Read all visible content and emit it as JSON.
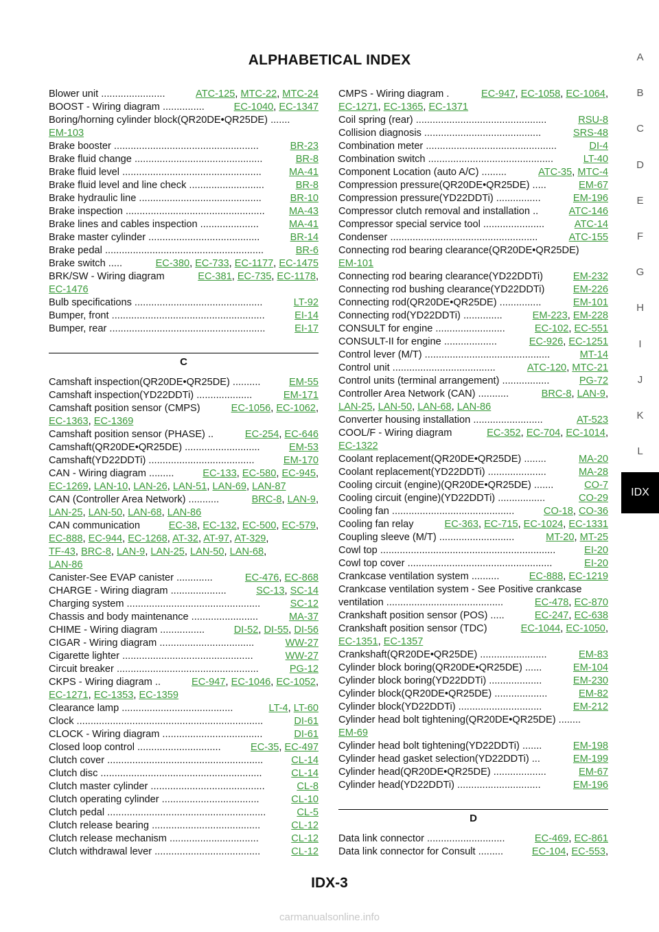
{
  "header": {
    "title": "ALPHABETICAL INDEX"
  },
  "footer": {
    "page_number": "IDX-3"
  },
  "watermark": "carmanualsonline.info",
  "colors": {
    "link": "#3a9a3a",
    "active_tab": "#000000"
  },
  "side_index": {
    "letters": [
      "A",
      "B",
      "C",
      "D",
      "E",
      "F",
      "G",
      "H",
      "I",
      "J",
      "K",
      "L"
    ],
    "active": "IDX"
  },
  "left_column": [
    {
      "type": "entry",
      "text": "Blower unit .......................",
      "refs": [
        "ATC-125",
        "MTC-22",
        "MTC-24"
      ]
    },
    {
      "type": "entry",
      "text": "BOOST - Wiring diagram ...............",
      "refs": [
        "EC-1040",
        "EC-1347"
      ]
    },
    {
      "type": "text",
      "text": "Boring/horning cylinder block(QR20DE•QR25DE) ......."
    },
    {
      "type": "cont",
      "refs": [
        "EM-103"
      ]
    },
    {
      "type": "entry",
      "text": "Brake booster ....................................................",
      "refs": [
        "BR-23"
      ]
    },
    {
      "type": "entry",
      "text": "Brake fluid change ..............................................",
      "refs": [
        "BR-8"
      ]
    },
    {
      "type": "entry",
      "text": "Brake fluid level ..................................................",
      "refs": [
        "MA-41"
      ]
    },
    {
      "type": "entry",
      "text": "Brake fluid level and line check ...........................",
      "refs": [
        "BR-8"
      ]
    },
    {
      "type": "entry",
      "text": "Brake hydraulic line ............................................",
      "refs": [
        "BR-10"
      ]
    },
    {
      "type": "entry",
      "text": "Brake inspection ..................................................",
      "refs": [
        "MA-43"
      ]
    },
    {
      "type": "entry",
      "text": "Brake lines and cables inspection .....................",
      "refs": [
        "MA-41"
      ]
    },
    {
      "type": "entry",
      "text": "Brake master cylinder ........................................",
      "refs": [
        "BR-14"
      ]
    },
    {
      "type": "entry",
      "text": "Brake pedal .........................................................",
      "refs": [
        "BR-6"
      ]
    },
    {
      "type": "entry",
      "text": "Brake switch .....",
      "refs": [
        "EC-380",
        "EC-733",
        "EC-1177",
        "EC-1475"
      ]
    },
    {
      "type": "entry",
      "text": "BRK/SW - Wiring diagram",
      "refs": [
        "EC-381",
        "EC-735",
        "EC-1178"
      ],
      "trail": true
    },
    {
      "type": "cont",
      "refs": [
        "EC-1476"
      ]
    },
    {
      "type": "entry",
      "text": "Bulb specifications ..............................................",
      "refs": [
        "LT-92"
      ]
    },
    {
      "type": "entry",
      "text": "Bumper, front .......................................................",
      "refs": [
        "EI-14"
      ]
    },
    {
      "type": "entry",
      "text": "Bumper, rear ........................................................",
      "refs": [
        "EI-17"
      ]
    },
    {
      "type": "blank"
    },
    {
      "type": "section",
      "letter": "C"
    },
    {
      "type": "entry",
      "text": "Camshaft inspection(QR20DE•QR25DE) ..........",
      "refs": [
        "EM-55"
      ]
    },
    {
      "type": "entry",
      "text": "Camshaft inspection(YD22DDTi) ....................",
      "refs": [
        "EM-171"
      ]
    },
    {
      "type": "entry",
      "text": "Camshaft position sensor (CMPS)",
      "refs": [
        "EC-1056",
        "EC-1062"
      ],
      "trail": true
    },
    {
      "type": "cont",
      "refs": [
        "EC-1363",
        "EC-1369"
      ]
    },
    {
      "type": "entry",
      "text": "Camshaft position sensor (PHASE) ..",
      "refs": [
        "EC-254",
        "EC-646"
      ]
    },
    {
      "type": "entry",
      "text": "Camshaft(QR20DE•QR25DE) ...........................",
      "refs": [
        "EM-53"
      ]
    },
    {
      "type": "entry",
      "text": "Camshaft(YD22DDTi) ......................................",
      "refs": [
        "EM-170"
      ]
    },
    {
      "type": "entry",
      "text": "CAN - Wiring diagram .........",
      "refs": [
        "EC-133",
        "EC-580",
        "EC-945"
      ],
      "trail": true
    },
    {
      "type": "cont",
      "refs": [
        "EC-1269",
        "LAN-10",
        "LAN-26",
        "LAN-51",
        "LAN-69",
        "LAN-87"
      ]
    },
    {
      "type": "entry",
      "text": "CAN (Controller Area Network) ...........",
      "refs": [
        "BRC-8",
        "LAN-9"
      ],
      "trail": true
    },
    {
      "type": "cont",
      "refs": [
        "LAN-25",
        "LAN-50",
        "LAN-68",
        "LAN-86"
      ]
    },
    {
      "type": "entry",
      "text": "CAN communication",
      "refs": [
        "EC-38",
        "EC-132",
        "EC-500",
        "EC-579"
      ],
      "trail": true
    },
    {
      "type": "cont",
      "refs": [
        "EC-888",
        "EC-944",
        "EC-1268",
        "AT-32",
        "AT-97",
        "AT-329"
      ],
      "trail": true
    },
    {
      "type": "cont",
      "refs": [
        "TF-43",
        "BRC-8",
        "LAN-9",
        "LAN-25",
        "LAN-50",
        "LAN-68"
      ],
      "trail": true
    },
    {
      "type": "cont",
      "refs": [
        "LAN-86"
      ]
    },
    {
      "type": "entry",
      "text": "Canister-See EVAP canister .............",
      "refs": [
        "EC-476",
        "EC-868"
      ]
    },
    {
      "type": "entry",
      "text": "CHARGE - Wiring diagram ....................",
      "refs": [
        "SC-13",
        "SC-14"
      ]
    },
    {
      "type": "entry",
      "text": "Charging system ................................................",
      "refs": [
        "SC-12"
      ]
    },
    {
      "type": "entry",
      "text": "Chassis and body maintenance ........................",
      "refs": [
        "MA-37"
      ]
    },
    {
      "type": "entry",
      "text": "CHIME - Wiring diagram ................",
      "refs": [
        "DI-52",
        "DI-55",
        "DI-56"
      ]
    },
    {
      "type": "entry",
      "text": "CIGAR - Wiring diagram ..................................",
      "refs": [
        "WW-27"
      ]
    },
    {
      "type": "entry",
      "text": "Cigarette lighter ...............................................",
      "refs": [
        "WW-27"
      ]
    },
    {
      "type": "entry",
      "text": "Circuit breaker ...................................................",
      "refs": [
        "PG-12"
      ]
    },
    {
      "type": "entry",
      "text": "CKPS - Wiring diagram ..",
      "refs": [
        "EC-947",
        "EC-1046",
        "EC-1052"
      ],
      "trail": true
    },
    {
      "type": "cont",
      "refs": [
        "EC-1271",
        "EC-1353",
        "EC-1359"
      ]
    },
    {
      "type": "entry",
      "text": "Clearance lamp ........................................",
      "refs": [
        "LT-4",
        "LT-60"
      ]
    },
    {
      "type": "entry",
      "text": "Clock ...................................................................",
      "refs": [
        "DI-61"
      ]
    },
    {
      "type": "entry",
      "text": "CLOCK - Wiring diagram ....................................",
      "refs": [
        "DI-61"
      ]
    },
    {
      "type": "entry",
      "text": "Closed loop control ..............................",
      "refs": [
        "EC-35",
        "EC-497"
      ]
    },
    {
      "type": "entry",
      "text": "Clutch cover ........................................................",
      "refs": [
        "CL-14"
      ]
    },
    {
      "type": "entry",
      "text": "Clutch disc ..........................................................",
      "refs": [
        "CL-14"
      ]
    },
    {
      "type": "entry",
      "text": "Clutch master cylinder .........................................",
      "refs": [
        "CL-8"
      ]
    },
    {
      "type": "entry",
      "text": "Clutch operating cylinder ...................................",
      "refs": [
        "CL-10"
      ]
    },
    {
      "type": "entry",
      "text": "Clutch pedal .........................................................",
      "refs": [
        "CL-5"
      ]
    },
    {
      "type": "entry",
      "text": "Clutch release bearing .......................................",
      "refs": [
        "CL-12"
      ]
    },
    {
      "type": "entry",
      "text": "Clutch release mechanism ................................",
      "refs": [
        "CL-12"
      ]
    },
    {
      "type": "entry",
      "text": "Clutch withdrawal lever ......................................",
      "refs": [
        "CL-12"
      ]
    }
  ],
  "right_column": [
    {
      "type": "entry",
      "text": "CMPS - Wiring diagram .",
      "refs": [
        "EC-947",
        "EC-1058",
        "EC-1064"
      ],
      "trail": true
    },
    {
      "type": "cont",
      "refs": [
        "EC-1271",
        "EC-1365",
        "EC-1371"
      ]
    },
    {
      "type": "entry",
      "text": "Coil spring (rear) ...............................................",
      "refs": [
        "RSU-8"
      ]
    },
    {
      "type": "entry",
      "text": "Collision diagnosis ..........................................",
      "refs": [
        "SRS-48"
      ]
    },
    {
      "type": "entry",
      "text": "Combination meter ...............................................",
      "refs": [
        "DI-4"
      ]
    },
    {
      "type": "entry",
      "text": "Combination switch .............................................",
      "refs": [
        "LT-40"
      ]
    },
    {
      "type": "entry",
      "text": "Component Location (auto A/C) .........",
      "refs": [
        "ATC-35",
        "MTC-4"
      ]
    },
    {
      "type": "entry",
      "text": "Compression pressure(QR20DE•QR25DE) .....",
      "refs": [
        "EM-67"
      ]
    },
    {
      "type": "entry",
      "text": "Compression pressure(YD22DDTi) ................",
      "refs": [
        "EM-196"
      ]
    },
    {
      "type": "entry",
      "text": "Compressor clutch removal and installation ..",
      "refs": [
        "ATC-146"
      ]
    },
    {
      "type": "entry",
      "text": "Compressor special service tool ......................",
      "refs": [
        "ATC-14"
      ]
    },
    {
      "type": "entry",
      "text": "Condenser .....................................................",
      "refs": [
        "ATC-155"
      ]
    },
    {
      "type": "text",
      "text": "Connecting rod bearing clearance(QR20DE•QR25DE)"
    },
    {
      "type": "cont",
      "refs": [
        "EM-101"
      ]
    },
    {
      "type": "entry",
      "text": "Connecting rod bearing clearance(YD22DDTi)",
      "refs": [
        "EM-232"
      ]
    },
    {
      "type": "entry",
      "text": "Connecting rod bushing clearance(YD22DDTi)",
      "refs": [
        "EM-226"
      ]
    },
    {
      "type": "entry",
      "text": "Connecting rod(QR20DE•QR25DE) ...............",
      "refs": [
        "EM-101"
      ]
    },
    {
      "type": "entry",
      "text": "Connecting rod(YD22DDTi) ..............",
      "refs": [
        "EM-223",
        "EM-228"
      ]
    },
    {
      "type": "entry",
      "text": "CONSULT for engine .........................",
      "refs": [
        "EC-102",
        "EC-551"
      ]
    },
    {
      "type": "entry",
      "text": "CONSULT-II for engine ...................",
      "refs": [
        "EC-926",
        "EC-1251"
      ]
    },
    {
      "type": "entry",
      "text": "Control lever (M/T) .............................................",
      "refs": [
        "MT-14"
      ]
    },
    {
      "type": "entry",
      "text": "Control unit .....................................",
      "refs": [
        "ATC-120",
        "MTC-21"
      ]
    },
    {
      "type": "entry",
      "text": "Control units (terminal arrangement) .................",
      "refs": [
        "PG-72"
      ]
    },
    {
      "type": "entry",
      "text": "Controller Area Network (CAN) ...........",
      "refs": [
        "BRC-8",
        "LAN-9"
      ],
      "trail": true
    },
    {
      "type": "cont",
      "refs": [
        "LAN-25",
        "LAN-50",
        "LAN-68",
        "LAN-86"
      ]
    },
    {
      "type": "entry",
      "text": "Converter housing installation .........................",
      "refs": [
        "AT-523"
      ]
    },
    {
      "type": "entry",
      "text": "COOL/F - Wiring diagram",
      "refs": [
        "EC-352",
        "EC-704",
        "EC-1014"
      ],
      "trail": true
    },
    {
      "type": "cont",
      "refs": [
        "EC-1322"
      ]
    },
    {
      "type": "entry",
      "text": "Coolant replacement(QR20DE•QR25DE) ........",
      "refs": [
        "MA-20"
      ]
    },
    {
      "type": "entry",
      "text": "Coolant replacement(YD22DDTi) .....................",
      "refs": [
        "MA-28"
      ]
    },
    {
      "type": "entry",
      "text": "Cooling circuit (engine)(QR20DE•QR25DE) .......",
      "refs": [
        "CO-7"
      ]
    },
    {
      "type": "entry",
      "text": "Cooling circuit (engine)(YD22DDTi) .................",
      "refs": [
        "CO-29"
      ]
    },
    {
      "type": "entry",
      "text": "Cooling fan ............................................",
      "refs": [
        "CO-18",
        "CO-36"
      ]
    },
    {
      "type": "entry",
      "text": "Cooling fan relay",
      "refs": [
        "EC-363",
        "EC-715",
        "EC-1024",
        "EC-1331"
      ]
    },
    {
      "type": "entry",
      "text": "Coupling sleeve (M/T) ...........................",
      "refs": [
        "MT-20",
        "MT-25"
      ]
    },
    {
      "type": "entry",
      "text": "Cowl top ...............................................................",
      "refs": [
        "EI-20"
      ]
    },
    {
      "type": "entry",
      "text": "Cowl top cover ....................................................",
      "refs": [
        "EI-20"
      ]
    },
    {
      "type": "entry",
      "text": "Crankcase ventilation system ..........",
      "refs": [
        "EC-888",
        "EC-1219"
      ]
    },
    {
      "type": "text",
      "text": "Crankcase ventilation system - See Positive crankcase"
    },
    {
      "type": "entry",
      "text": "ventilation ..........................................",
      "refs": [
        "EC-478",
        "EC-870"
      ]
    },
    {
      "type": "entry",
      "text": "Crankshaft position sensor (POS) .....",
      "refs": [
        "EC-247",
        "EC-638"
      ]
    },
    {
      "type": "entry",
      "text": "Crankshaft position sensor (TDC)",
      "refs": [
        "EC-1044",
        "EC-1050"
      ],
      "trail": true
    },
    {
      "type": "cont",
      "refs": [
        "EC-1351",
        "EC-1357"
      ]
    },
    {
      "type": "entry",
      "text": "Crankshaft(QR20DE•QR25DE) ........................",
      "refs": [
        "EM-83"
      ]
    },
    {
      "type": "entry",
      "text": "Cylinder block boring(QR20DE•QR25DE) ......",
      "refs": [
        "EM-104"
      ]
    },
    {
      "type": "entry",
      "text": "Cylinder block boring(YD22DDTi) ...................",
      "refs": [
        "EM-230"
      ]
    },
    {
      "type": "entry",
      "text": "Cylinder block(QR20DE•QR25DE) ...................",
      "refs": [
        "EM-82"
      ]
    },
    {
      "type": "entry",
      "text": "Cylinder block(YD22DDTi) ..............................",
      "refs": [
        "EM-212"
      ]
    },
    {
      "type": "text",
      "text": "Cylinder head bolt tightening(QR20DE•QR25DE) ........"
    },
    {
      "type": "cont",
      "refs": [
        "EM-69"
      ]
    },
    {
      "type": "entry",
      "text": "Cylinder head bolt tightening(YD22DDTi) .......",
      "refs": [
        "EM-198"
      ]
    },
    {
      "type": "entry",
      "text": "Cylinder head gasket selection(YD22DDTi) ...",
      "refs": [
        "EM-199"
      ]
    },
    {
      "type": "entry",
      "text": "Cylinder head(QR20DE•QR25DE) ...................",
      "refs": [
        "EM-67"
      ]
    },
    {
      "type": "entry",
      "text": "Cylinder head(YD22DDTi) ..............................",
      "refs": [
        "EM-196"
      ]
    },
    {
      "type": "blank"
    },
    {
      "type": "section",
      "letter": "D"
    },
    {
      "type": "entry",
      "text": "Data link connector ............................",
      "refs": [
        "EC-469",
        "EC-861"
      ]
    },
    {
      "type": "entry",
      "text": "Data link connector for Consult .........",
      "refs": [
        "EC-104",
        "EC-553"
      ],
      "trail": true
    }
  ]
}
